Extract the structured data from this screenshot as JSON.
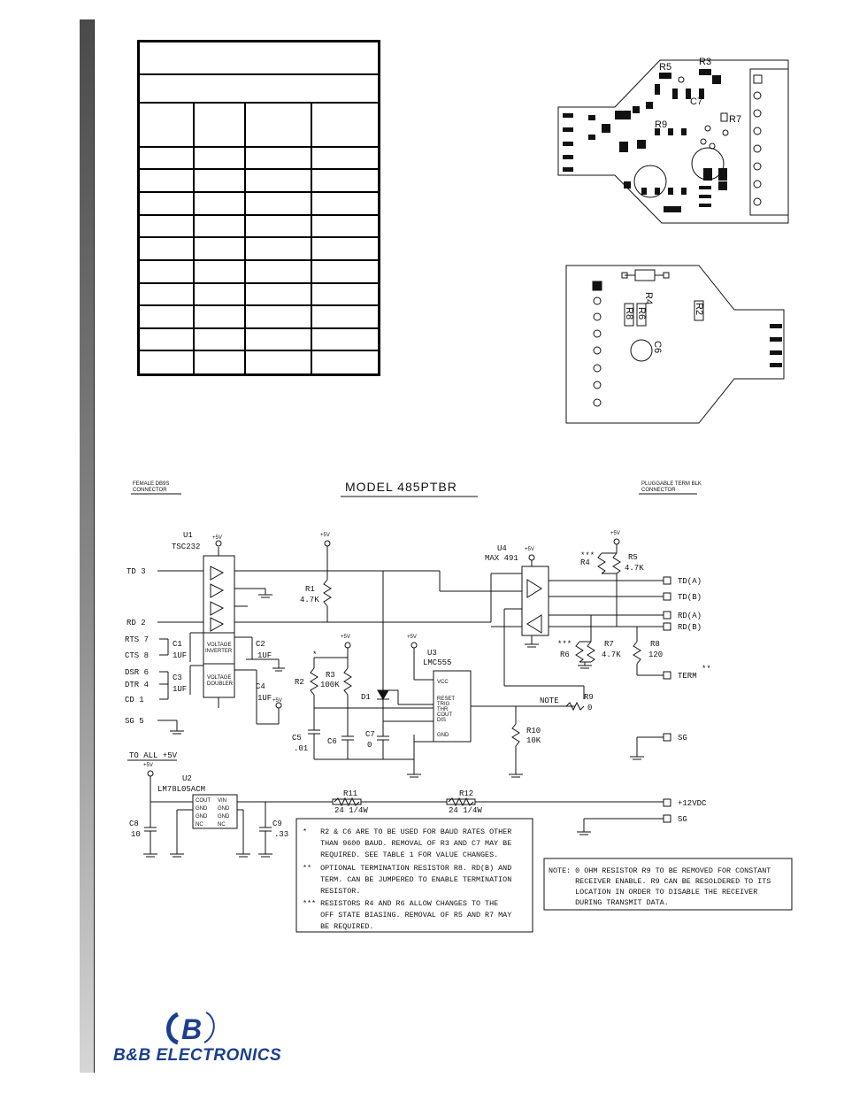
{
  "pcb_top": {
    "labels": [
      "R5",
      "R3",
      "C7",
      "R9",
      "R7"
    ]
  },
  "pcb_bottom": {
    "labels": [
      "R4",
      "R6",
      "R8",
      "R2",
      "C6"
    ]
  },
  "schematic": {
    "title": "MODEL 485PTBR",
    "left_connector_title": [
      "FEMALE DB9S",
      "CONNECTOR"
    ],
    "right_connector_title": [
      "PLUGGABLE TERM BLK",
      "CONNECTOR"
    ],
    "supply_label": "+5V",
    "u1": {
      "ref": "U1",
      "part": "TSC232",
      "inverter": [
        "VOLTAGE",
        "INVERTER"
      ],
      "doubler": [
        "VOLTAGE",
        "DOUBLER"
      ]
    },
    "u2": {
      "ref": "U2",
      "part": "LM78L05ACM",
      "pins_left": [
        "COUT",
        "GND",
        "GND",
        "NC"
      ],
      "pins_right": [
        "VIN",
        "GND",
        "GND",
        "NC"
      ]
    },
    "u3": {
      "ref": "U3",
      "part": "LMC555",
      "pins": [
        "VCC",
        "RESET",
        "TRIG",
        "THR",
        "COUT",
        "DIS",
        "GND"
      ]
    },
    "u4": {
      "ref": "U4",
      "part": "MAX 491"
    },
    "db9_signals": [
      "TD 3",
      "RD 2",
      "RTS 7",
      "CTS 8",
      "DSR 6",
      "DTR 4",
      "CD 1",
      "SG 5"
    ],
    "term_signals": [
      "TD(A)",
      "TD(B)",
      "RD(A)",
      "RD(B)",
      "TERM",
      "SG",
      "+12VDC",
      "SG"
    ],
    "components": {
      "r1": [
        "R1",
        "4.7K"
      ],
      "r2": [
        "R2"
      ],
      "r3": [
        "R3",
        "100K"
      ],
      "d1": [
        "D1"
      ],
      "c1": [
        "C1",
        "1UF"
      ],
      "c2": [
        "C2",
        "1UF"
      ],
      "c3": [
        "C3",
        "1UF"
      ],
      "c4": [
        "C4",
        "1UF"
      ],
      "c5": [
        "C5",
        ".01"
      ],
      "c6": [
        "C6"
      ],
      "c7": [
        "C7",
        "0"
      ],
      "r4": [
        "R4"
      ],
      "r5": [
        "R5",
        "4.7K"
      ],
      "r6": [
        "R6"
      ],
      "r7": [
        "R7",
        "4.7K"
      ],
      "r8": [
        "R8",
        "120"
      ],
      "r9": [
        "R9",
        "0"
      ],
      "r10": [
        "R10",
        "10K"
      ],
      "r11": [
        "R11",
        "24 1/4W"
      ],
      "r12": [
        "R12",
        "24 1/4W"
      ],
      "c8": [
        "C8",
        "10"
      ],
      "c9": [
        "C9",
        ".33"
      ]
    },
    "note_label": "NOTE",
    "to_all_label": "TO ALL +5V",
    "stars": [
      "*",
      "**",
      "***"
    ],
    "notes_box": [
      "*   R2 & C6 ARE TO BE USED FOR BAUD RATES OTHER",
      "    THAN 9600 BAUD. REMOVAL OF R3 AND C7 MAY BE",
      "    REQUIRED. SEE TABLE 1 FOR VALUE CHANGES.",
      "**  OPTIONAL TERMINATION RESISTOR R8. RD(B) AND",
      "    TERM. CAN BE JUMPERED TO ENABLE TERMINATION",
      "    RESISTOR.",
      "*** RESISTORS R4 AND R6 ALLOW CHANGES TO THE",
      "    OFF STATE BIASING. REMOVAL OF R5 AND R7 MAY",
      "    BE REQUIRED."
    ],
    "note_box": [
      "NOTE: 0 OHM RESISTOR R9 TO BE REMOVED FOR CONSTANT",
      "      RECEIVER ENABLE. R9 CAN BE RESOLDERED TO ITS",
      "      LOCATION IN ORDER TO DISABLE THE RECEIVER",
      "      DURING TRANSMIT DATA."
    ]
  },
  "logo": {
    "text": "B&B ELECTRONICS",
    "mark": "B"
  }
}
